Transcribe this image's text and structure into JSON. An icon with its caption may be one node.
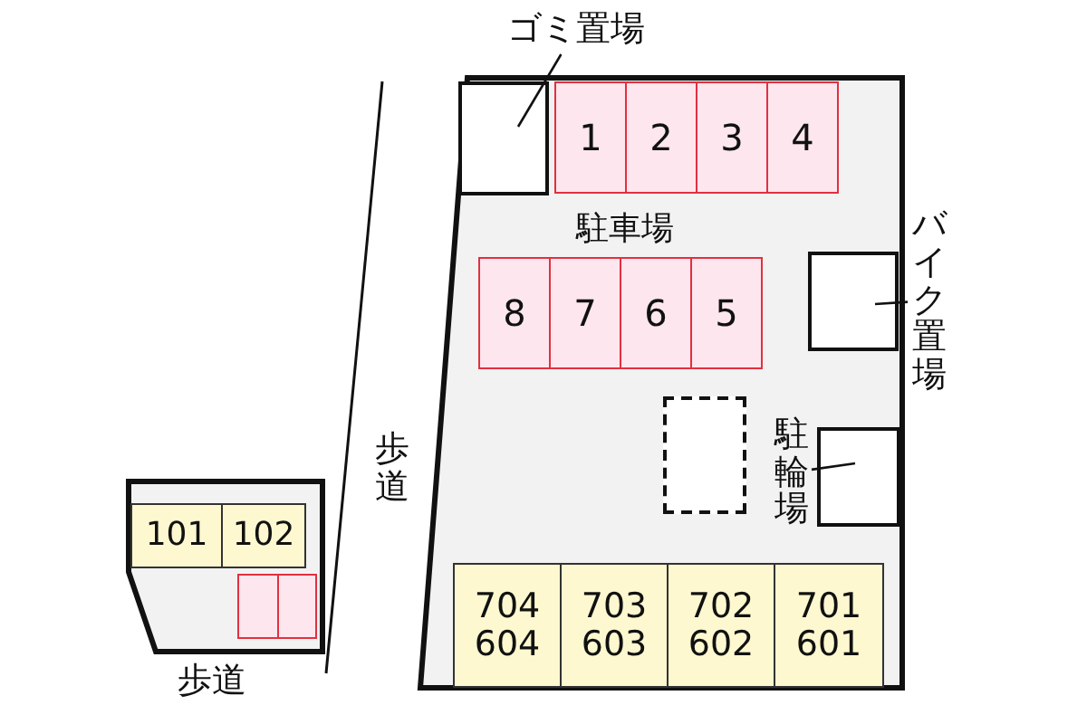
{
  "diagram": {
    "nodes": [
      {
        "text": [
          "駐車場"
        ]
      },
      {
        "text": [
          "ゴミ置場"
        ]
      },
      {
        "text": [],
        "shape": "box",
        "in": 0
      },
      {
        "text": [
          "1"
        ],
        "in": 0
      },
      {
        "text": [
          "2"
        ],
        "in": 0
      },
      {
        "text": [
          "3"
        ],
        "in": 0
      },
      {
        "text": [
          "4"
        ],
        "in": 0
      },
      {
        "text": [
          "8"
        ],
        "in": 0
      },
      {
        "text": [
          "7"
        ],
        "in": 0
      },
      {
        "text": [
          "6"
        ],
        "in": 0
      },
      {
        "text": [
          "5"
        ],
        "in": 0
      },
      {
        "text": [
          "バイク置場"
        ]
      },
      {
        "text": [],
        "shape": "box",
        "in": 0
      },
      {
        "text": [],
        "shape": "box",
        "in": 0
      },
      {
        "text": [
          "駐輪場"
        ],
        "in": 0
      },
      {
        "text": [],
        "shape": "box",
        "in": 0
      },
      {
        "text": [
          "704",
          "604"
        ],
        "in": 0
      },
      {
        "text": [
          "703",
          "603"
        ],
        "in": 0
      },
      {
        "text": [
          "702",
          "602"
        ],
        "in": 0
      },
      {
        "text": [
          "701",
          "601"
        ],
        "in": 0
      },
      {
        "text": [],
        "shape": "box"
      },
      {
        "text": [
          "101"
        ],
        "in": 20
      },
      {
        "text": [
          "102"
        ],
        "in": 20
      },
      {
        "text": [],
        "shape": "box",
        "in": 20
      },
      {
        "text": [],
        "shape": "box",
        "in": 20
      }
    ],
    "edges": [
      {
        "from": 1,
        "to": 2,
        "arrow": "none"
      },
      {
        "from": 11,
        "to": 12,
        "arrow": "none"
      },
      {
        "from": 14,
        "to": 15,
        "arrow": "none"
      }
    ],
    "labels": [
      "歩道",
      "歩道"
    ]
  }
}
